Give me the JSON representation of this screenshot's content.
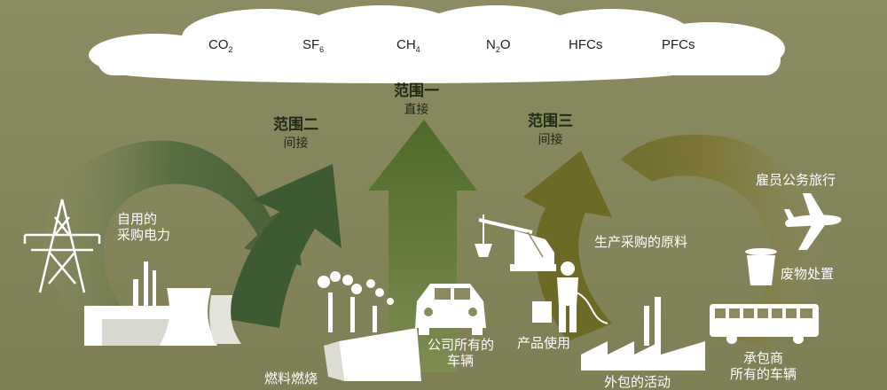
{
  "gases": [
    {
      "base": "CO",
      "sub": "2",
      "after": ""
    },
    {
      "base": "SF",
      "sub": "6",
      "after": ""
    },
    {
      "base": "CH",
      "sub": "4",
      "after": ""
    },
    {
      "base": "N",
      "sub": "2",
      "after": "O"
    },
    {
      "base": "HFCs",
      "sub": "",
      "after": ""
    },
    {
      "base": "PFCs",
      "sub": "",
      "after": ""
    }
  ],
  "scopes": {
    "scope1": {
      "title": "范围一",
      "subtitle": "直接"
    },
    "scope2": {
      "title": "范围二",
      "subtitle": "间接"
    },
    "scope3": {
      "title": "范围三",
      "subtitle": "间接"
    }
  },
  "labels": {
    "purchased_power_line1": "自用的",
    "purchased_power_line2": "采购电力",
    "fuel_combustion": "燃料燃烧",
    "company_vehicles_line1": "公司所有的",
    "company_vehicles_line2": "车辆",
    "product_use": "产品使用",
    "outsourced_activities": "外包的活动",
    "purchased_materials": "生产采购的原料",
    "business_travel": "雇员公务旅行",
    "waste_disposal": "废物处置",
    "contractor_vehicles_line1": "承包商",
    "contractor_vehicles_line2": "所有的车辆"
  },
  "colors": {
    "background": "#8b8b5f",
    "cloud": "#ffffff",
    "scope1_arrow": "#5a6e2e",
    "scope2_arrow": "#3e5a34",
    "scope3_arrow": "#6f6a28",
    "icon": "#ffffff"
  },
  "icons": [
    "power-tower-icon",
    "cooling-tower-icon",
    "factory-icon",
    "car-icon",
    "crane-icon",
    "worker-icon",
    "airplane-icon",
    "trash-bin-icon",
    "bus-icon"
  ]
}
